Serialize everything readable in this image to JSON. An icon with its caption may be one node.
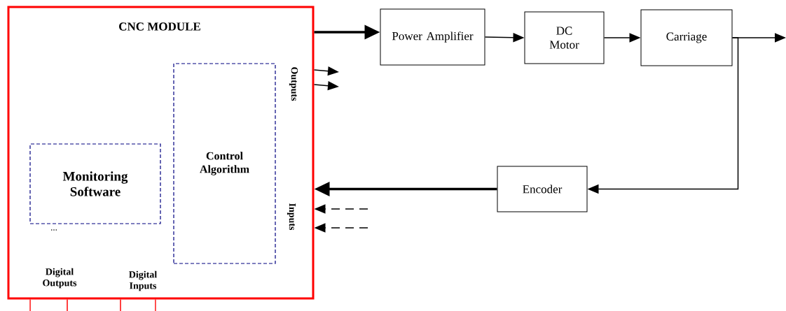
{
  "diagram": {
    "nodes": [
      {
        "text": [
          "CNC MODULE"
        ]
      },
      {
        "text": [
          "Monitoring Software"
        ],
        "in": 0
      },
      {
        "text": [
          "Control Algorithm"
        ],
        "in": 0
      },
      {
        "text": [
          "Power Amplifier"
        ]
      },
      {
        "text": [
          "DC Motor"
        ]
      },
      {
        "text": [
          "Carriage"
        ]
      },
      {
        "text": [
          "Encoder"
        ]
      }
    ],
    "edges": [
      {
        "from": 0,
        "to": 3,
        "arrow": "to",
        "style": "thick"
      },
      {
        "from": 3,
        "to": 4,
        "arrow": "to"
      },
      {
        "from": 4,
        "to": 5,
        "arrow": "to"
      },
      {
        "from": 5,
        "to": null,
        "arrow": "to"
      },
      {
        "from": 5,
        "to": 6,
        "arrow": "to"
      },
      {
        "from": 6,
        "to": 0,
        "arrow": "to",
        "style": "thick"
      },
      {
        "from": 0,
        "to": null,
        "arrow": "to"
      },
      {
        "from": 0,
        "to": null,
        "arrow": "to"
      },
      {
        "from": null,
        "to": 0,
        "arrow": "to",
        "style": "dashed"
      },
      {
        "from": null,
        "to": 0,
        "arrow": "to",
        "style": "dashed"
      },
      {
        "from": 0,
        "to": null,
        "arrow": "none",
        "color": "#ff0000"
      },
      {
        "from": 0,
        "to": null,
        "arrow": "none",
        "color": "#ff0000"
      },
      {
        "from": 0,
        "to": null,
        "arrow": "none",
        "color": "#ff0000"
      },
      {
        "from": 0,
        "to": null,
        "arrow": "none",
        "color": "#ff0000"
      }
    ],
    "labels": [
      "Outputs",
      "Inputs",
      "...",
      "Digital Outputs",
      "Digital Inputs"
    ]
  }
}
